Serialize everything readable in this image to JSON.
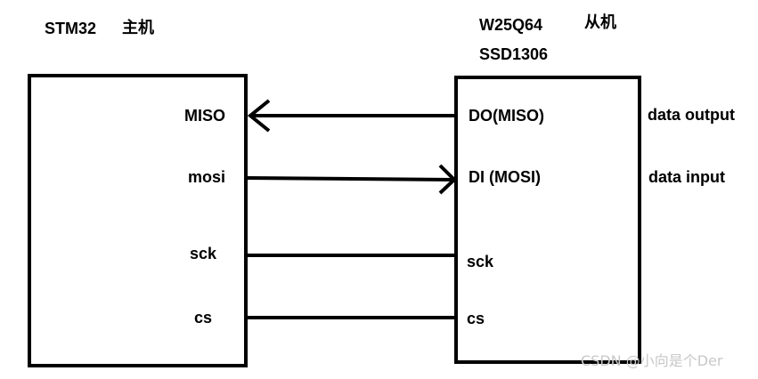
{
  "master": {
    "chip": "STM32",
    "role": "主机",
    "pins": {
      "miso": "MISO",
      "mosi": "mosi",
      "sck": "sck",
      "cs": "cs"
    }
  },
  "slave": {
    "chip_1": "W25Q64",
    "role": "从机",
    "chip_2": "SSD1306",
    "pins": {
      "do": "DO(MISO)",
      "di": "DI (MOSI)",
      "sck": "sck",
      "cs": "cs"
    }
  },
  "annotations": {
    "do_note": "data output",
    "di_note": "data input"
  },
  "watermark": "CSDN @小向是个Der"
}
